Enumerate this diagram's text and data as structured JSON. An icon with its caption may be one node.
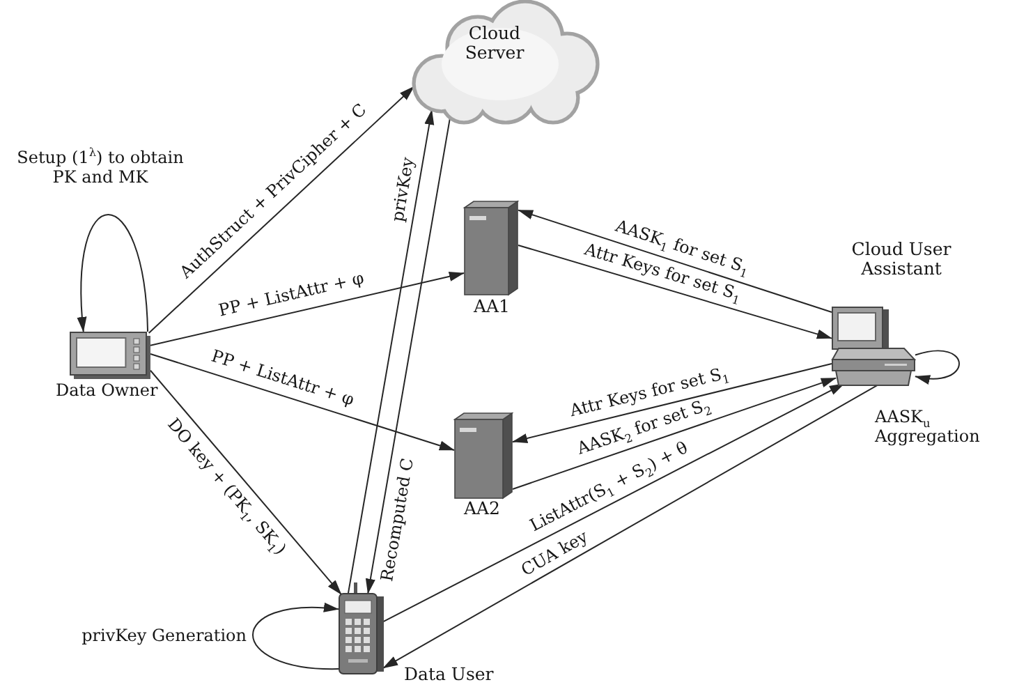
{
  "diagram": {
    "nodes": [
      {
        "text": [
          "Cloud Server"
        ]
      },
      {
        "text": [
          "Data Owner"
        ]
      },
      {
        "text": [
          "AA1"
        ]
      },
      {
        "text": [
          "AA2"
        ]
      },
      {
        "text": [
          "Cloud User Assistant"
        ]
      },
      {
        "text": [
          "Data User"
        ]
      }
    ],
    "edges": [
      {
        "from": 1,
        "to": 1,
        "arrow": "to",
        "label": "Setup (1$^{λ}$) to obtain PK and MK"
      },
      {
        "from": 1,
        "to": 0,
        "arrow": "to",
        "label": "AuthStruct + PrivCipher + C"
      },
      {
        "from": 1,
        "to": 2,
        "arrow": "to",
        "label": "PP + ListAttr + φ"
      },
      {
        "from": 1,
        "to": 3,
        "arrow": "to",
        "label": "PP + ListAttr + φ"
      },
      {
        "from": 1,
        "to": 5,
        "arrow": "to",
        "label": "DO key + (PK$_{1}$, SK$_{1}$)"
      },
      {
        "from": 5,
        "to": 0,
        "arrow": "to",
        "label": "privKey"
      },
      {
        "from": 0,
        "to": 5,
        "arrow": "to",
        "label": "Recomputed C"
      },
      {
        "from": 4,
        "to": 2,
        "arrow": "to",
        "label": "AASK$_{1}$ for set S$_{1}$"
      },
      {
        "from": 2,
        "to": 4,
        "arrow": "to",
        "label": "Attr Keys for set S$_{1}$"
      },
      {
        "from": 4,
        "to": 3,
        "arrow": "to",
        "label": "Attr Keys for set S$_{1}$"
      },
      {
        "from": 3,
        "to": 4,
        "arrow": "to",
        "label": "AASK$_{2}$ for set S$_{2}$"
      },
      {
        "from": 5,
        "to": 4,
        "arrow": "to",
        "label": "ListAttr(S$_{1}$ + S$_{2}$) + θ"
      },
      {
        "from": 4,
        "to": 5,
        "arrow": "to",
        "label": "CUA key"
      },
      {
        "from": 4,
        "to": 4,
        "arrow": "to",
        "label": "AASK$_{u}$ Aggregation"
      },
      {
        "from": 5,
        "to": 5,
        "arrow": "to",
        "label": "privKey Generation"
      }
    ]
  }
}
